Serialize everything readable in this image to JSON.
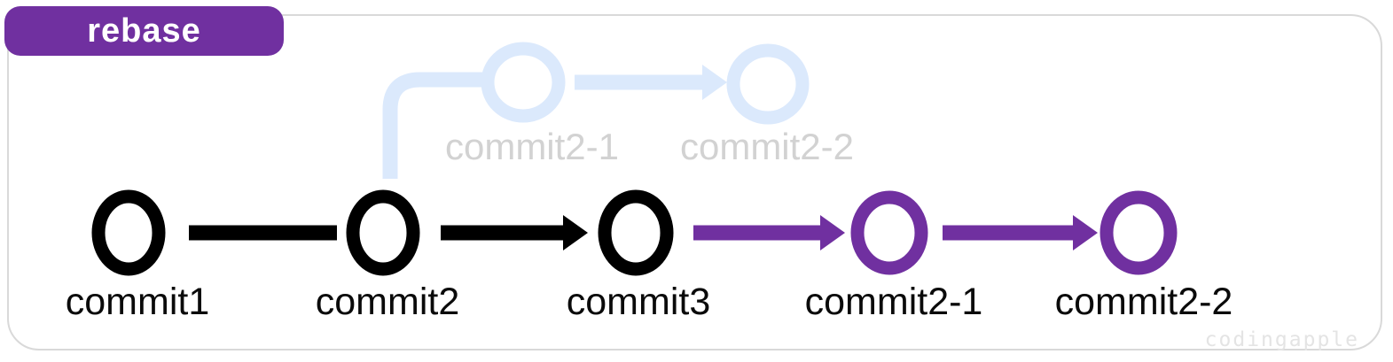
{
  "badge": {
    "label": "rebase",
    "background": "#7030a0",
    "text_color": "#ffffff"
  },
  "colors": {
    "commit_black": "#000000",
    "commit_purple": "#7030a0",
    "faded_blue": "#dbe9fc",
    "faded_label_gray": "#d2d2d2",
    "label_black": "#0a0a0a",
    "card_border": "#d9d9d9",
    "watermark_gray": "#e4e4e4"
  },
  "faded_branch": {
    "commits": [
      {
        "label": "commit2-1"
      },
      {
        "label": "commit2-2"
      }
    ]
  },
  "main_branch": {
    "commits": [
      {
        "label": "commit1"
      },
      {
        "label": "commit2"
      },
      {
        "label": "commit3"
      },
      {
        "label": "commit2-1"
      },
      {
        "label": "commit2-2"
      }
    ]
  },
  "watermark": "codingapple"
}
